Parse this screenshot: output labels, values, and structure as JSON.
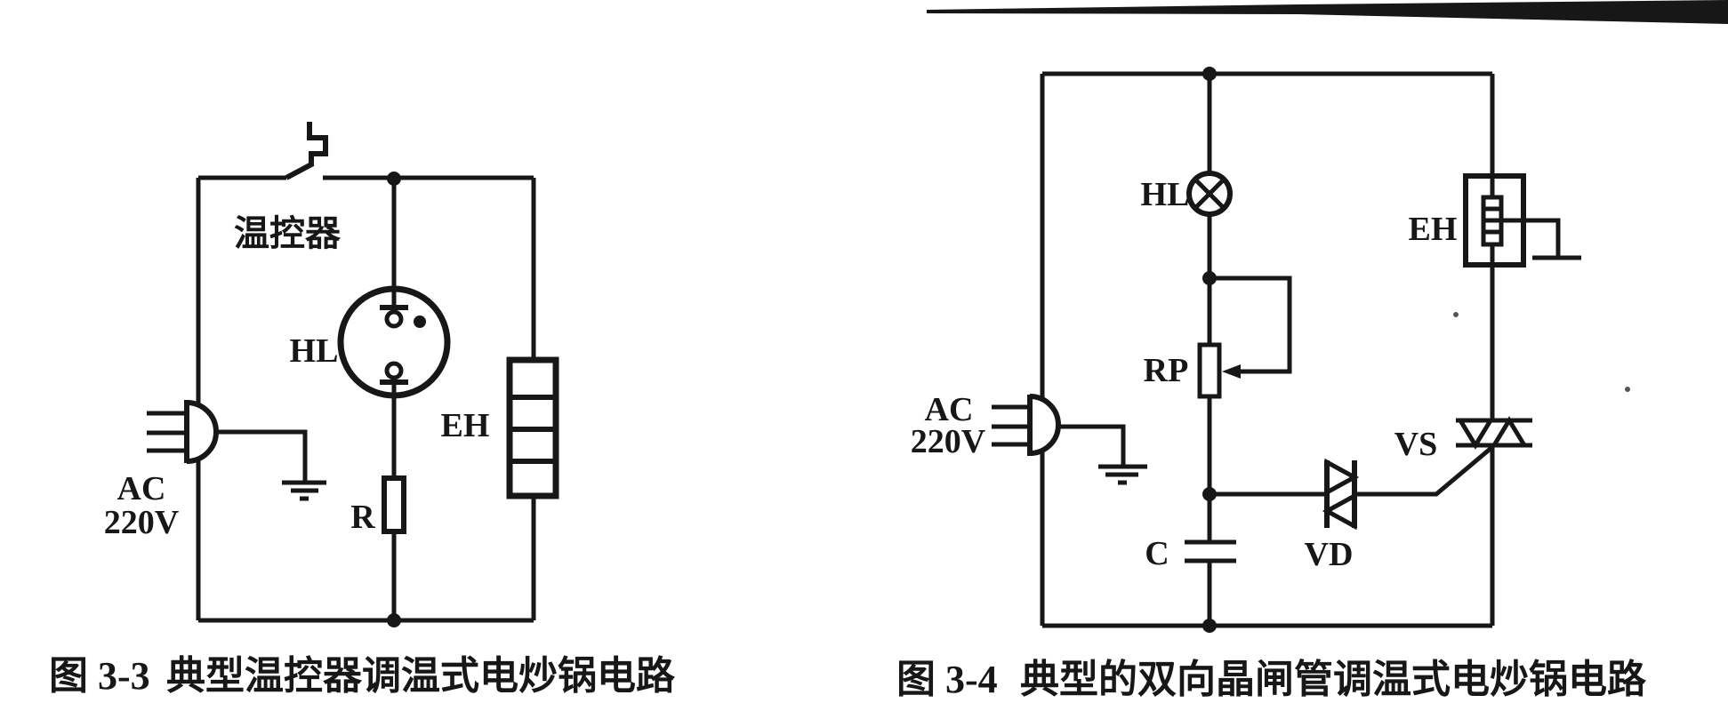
{
  "page": {
    "background_color": "#ffffff",
    "ink_color": "#171717",
    "description": "Scanned textbook page with two electric-wok temperature control circuit diagrams"
  },
  "figure_left": {
    "caption": {
      "number": "图 3-3",
      "title": "典型温控器调温式电炒锅电路"
    },
    "labels": {
      "thermostat": "温控器",
      "lamp": "HL",
      "heater": "EH",
      "resistor": "R",
      "supply": "AC",
      "voltage": "220V"
    }
  },
  "figure_right": {
    "caption": {
      "number": "图 3-4",
      "title": "典型的双向晶闸管调温式电炒锅电路"
    },
    "labels": {
      "lamp": "HL",
      "heater": "EH",
      "potentiometer": "RP",
      "capacitor": "C",
      "diac": "VD",
      "triac": "VS",
      "supply": "AC",
      "voltage": "220V"
    }
  }
}
